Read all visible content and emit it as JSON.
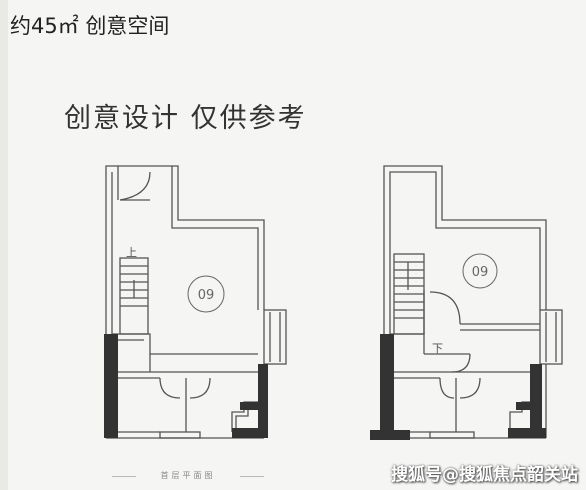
{
  "header": {
    "title": "约45㎡ 创意空间"
  },
  "subtitle": "创意设计 仅供参考",
  "plans": {
    "left": {
      "room_label": "09",
      "stair_up_label": "上"
    },
    "right": {
      "room_label": "09",
      "stair_down_label": "下"
    },
    "floor_caption": "首层平面图"
  },
  "watermark": "搜狐号@搜狐焦点韶关站",
  "colors": {
    "wall": "#333333",
    "line": "#555555",
    "background": "#f5f5f3"
  }
}
